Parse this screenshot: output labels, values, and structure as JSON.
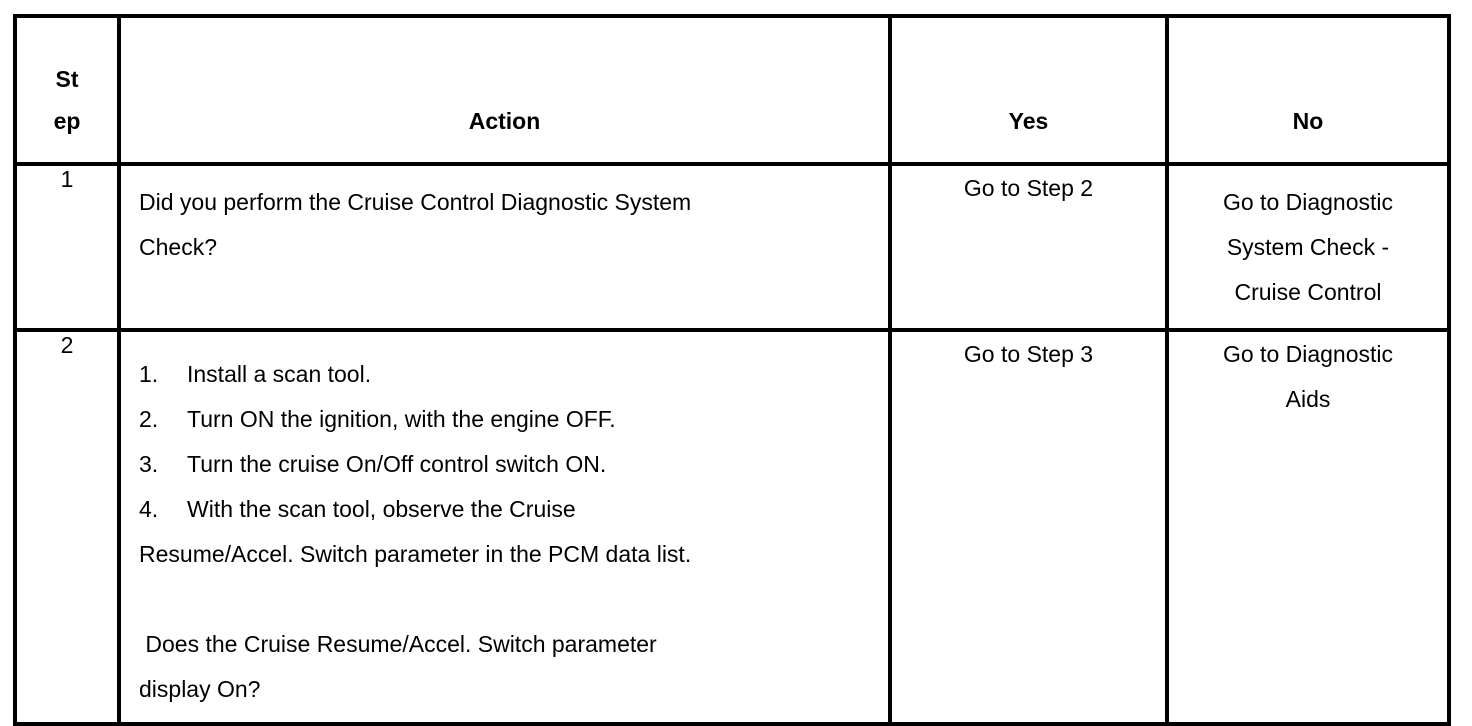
{
  "table": {
    "headers": {
      "step": "Step",
      "action": "Action",
      "yes": "Yes",
      "no": "No"
    },
    "rows": [
      {
        "step": "1",
        "action_lines": [
          "Did you perform the Cruise Control Diagnostic System",
          "Check?"
        ],
        "yes": "Go to Step 2",
        "no_lines": [
          "Go to Diagnostic",
          "System Check -",
          "Cruise Control"
        ]
      },
      {
        "step": "2",
        "list": [
          {
            "num": "1.",
            "text": "Install a scan tool."
          },
          {
            "num": "2.",
            "text": "Turn ON the ignition, with the engine OFF."
          },
          {
            "num": "3.",
            "text": "Turn the cruise On/Off control switch ON."
          },
          {
            "num": "4.",
            "text": "With the scan tool, observe the Cruise"
          }
        ],
        "list_wrap": "Resume/Accel. Switch parameter in the PCM data list.",
        "question_lines": [
          " Does the Cruise Resume/Accel. Switch parameter",
          "display On?"
        ],
        "yes": "Go to Step 3",
        "no_lines": [
          "Go to Diagnostic",
          "Aids"
        ]
      }
    ]
  },
  "colors": {
    "border": "#000000",
    "text": "#000000",
    "background": "#ffffff"
  }
}
